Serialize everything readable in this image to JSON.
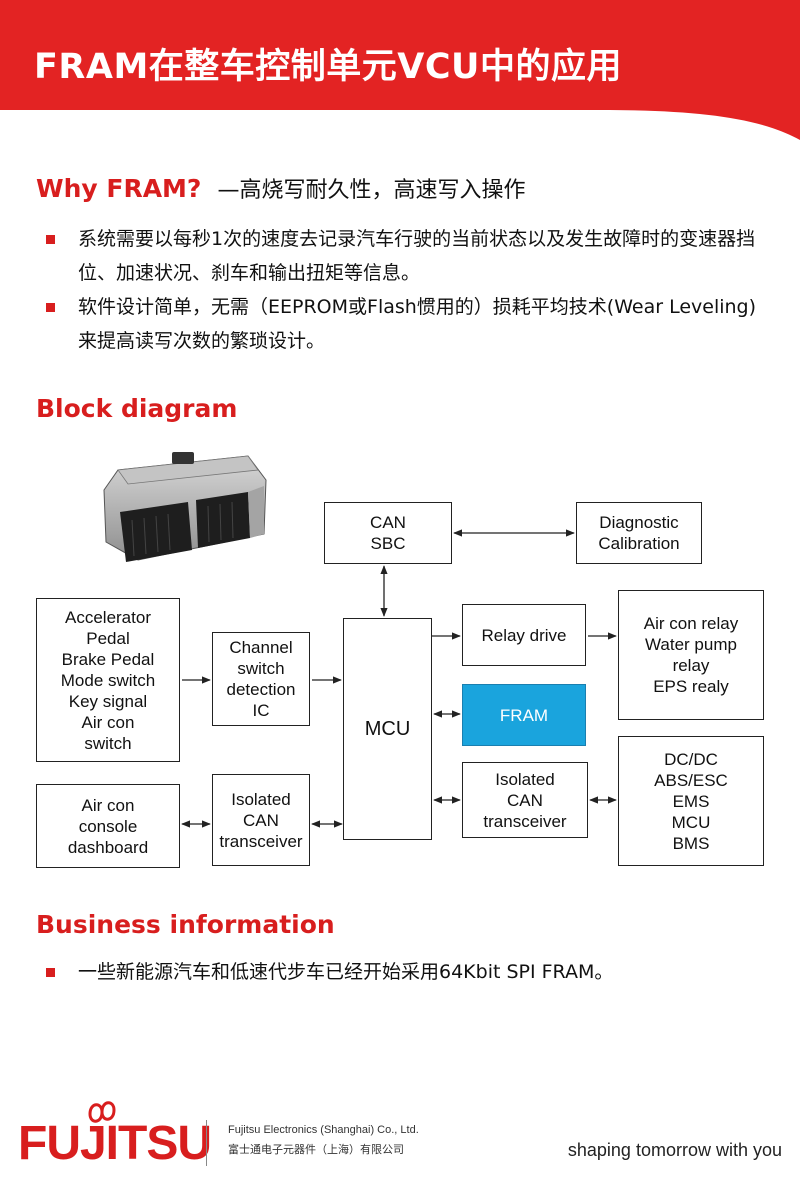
{
  "header": {
    "title": "FRAM在整车控制单元VCU中的应用"
  },
  "why": {
    "title": "Why FRAM?",
    "subtitle": "—高烧写耐久性，高速写入操作",
    "bullets": [
      "系统需要以每秒1次的速度去记录汽车行驶的当前状态以及发生故障时的变速器挡位、加速状况、刹车和输出扭矩等信息。",
      "软件设计简单，无需（EEPROM或Flash惯用的）损耗平均技术(Wear Leveling)来提高读写次数的繁琐设计。"
    ]
  },
  "block": {
    "title": "Block diagram",
    "boxes": {
      "can_sbc": "CAN\nSBC",
      "diag": "Diagnostic\nCalibration",
      "inputs": "Accelerator\nPedal\nBrake Pedal\nMode switch\nKey signal\nAir con\nswitch",
      "channel": "Channel\nswitch\ndetection\nIC",
      "mcu": "MCU",
      "relay_drive": "Relay drive",
      "relays": "Air con relay\nWater pump\nrelay\nEPS realy",
      "fram": "FRAM",
      "iso_right": "Isolated\nCAN\ntransceiver",
      "ecus": "DC/DC\nABS/ESC\nEMS\nMCU\nBMS",
      "console": "Air con\nconsole\ndashboard",
      "iso_left": "Isolated\nCAN\ntransceiver"
    }
  },
  "business": {
    "title": "Business information",
    "bullets": [
      "一些新能源汽车和低速代步车已经开始采用64Kbit SPI FRAM。"
    ]
  },
  "footer": {
    "logo": "FUJITSU",
    "company_en": "Fujitsu Electronics (Shanghai) Co., Ltd.",
    "company_cn": "富士通电子元器件（上海）有限公司",
    "tagline": "shaping tomorrow with you"
  },
  "colors": {
    "accent_red": "#d81e1e",
    "fram_blue": "#1aa4dd"
  }
}
